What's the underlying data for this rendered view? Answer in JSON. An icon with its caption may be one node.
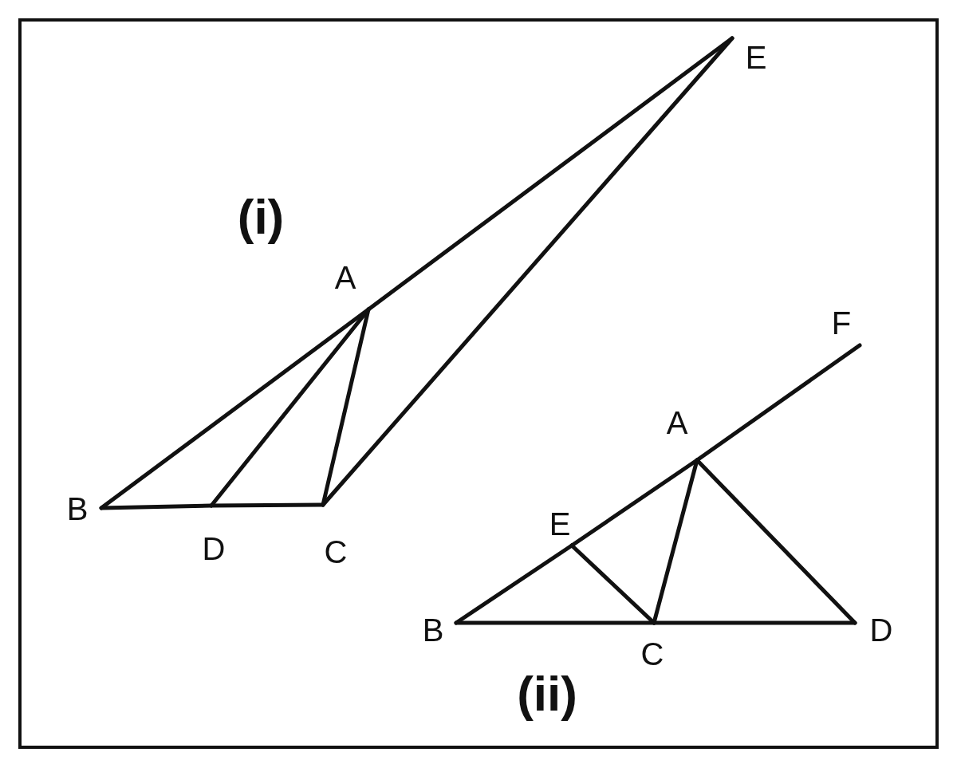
{
  "diagram": {
    "nodes": [
      {
        "text": [
          "E"
        ]
      },
      {
        "text": [
          "A"
        ]
      },
      {
        "text": [
          "B"
        ]
      },
      {
        "text": [
          "D"
        ]
      },
      {
        "text": [
          "C"
        ]
      },
      {
        "text": [
          "F"
        ]
      },
      {
        "text": [
          "A"
        ]
      },
      {
        "text": [
          "E"
        ]
      },
      {
        "text": [
          "B"
        ]
      },
      {
        "text": [
          "C"
        ]
      },
      {
        "text": [
          "D"
        ]
      }
    ],
    "edges": [
      {
        "from": 2,
        "to": 1,
        "arrow": "none"
      },
      {
        "from": 1,
        "to": 0,
        "arrow": "none"
      },
      {
        "from": 1,
        "to": 3,
        "arrow": "none"
      },
      {
        "from": 1,
        "to": 4,
        "arrow": "none"
      },
      {
        "from": 2,
        "to": 3,
        "arrow": "none"
      },
      {
        "from": 3,
        "to": 4,
        "arrow": "none"
      },
      {
        "from": 4,
        "to": 0,
        "arrow": "none"
      },
      {
        "from": 8,
        "to": 7,
        "arrow": "none"
      },
      {
        "from": 7,
        "to": 6,
        "arrow": "none"
      },
      {
        "from": 6,
        "to": 5,
        "arrow": "none"
      },
      {
        "from": 7,
        "to": 9,
        "arrow": "none"
      },
      {
        "from": 6,
        "to": 9,
        "arrow": "none"
      },
      {
        "from": 6,
        "to": 10,
        "arrow": "none"
      },
      {
        "from": 8,
        "to": 9,
        "arrow": "none"
      },
      {
        "from": 9,
        "to": 10,
        "arrow": "none"
      }
    ],
    "labels": [
      "(i)",
      "(ii)"
    ]
  }
}
